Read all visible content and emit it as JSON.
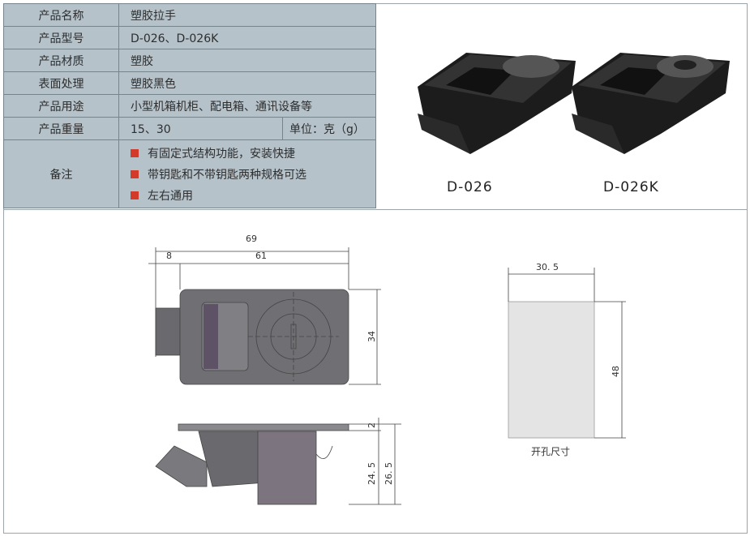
{
  "spec": {
    "rows": [
      {
        "key": "产品名称",
        "value": "塑胶拉手"
      },
      {
        "key": "产品型号",
        "value": "D-026、D-026K"
      },
      {
        "key": "产品材质",
        "value": "塑胶"
      },
      {
        "key": "表面处理",
        "value": "塑胶黑色"
      },
      {
        "key": "产品用途",
        "value": "小型机箱机柜、配电箱、通讯设备等"
      },
      {
        "key": "产品重量",
        "value": "15、30",
        "unit": "单位：克（g）"
      }
    ],
    "notes_key": "备注",
    "notes": [
      "有固定式结构功能，安装快捷",
      "带钥匙和不带钥匙两种规格可选",
      "左右通用"
    ],
    "bullet_color": "#d43a2a"
  },
  "products": [
    {
      "label": "D-026"
    },
    {
      "label": "D-026K"
    }
  ],
  "drawing": {
    "dims": {
      "overall": "69",
      "flange": "8",
      "body": "61",
      "height": "34",
      "plate": "2",
      "depth": "24. 5",
      "total_depth": "26. 5"
    },
    "cutout": {
      "width": "30. 5",
      "height": "48",
      "caption": "开孔尺寸"
    }
  }
}
